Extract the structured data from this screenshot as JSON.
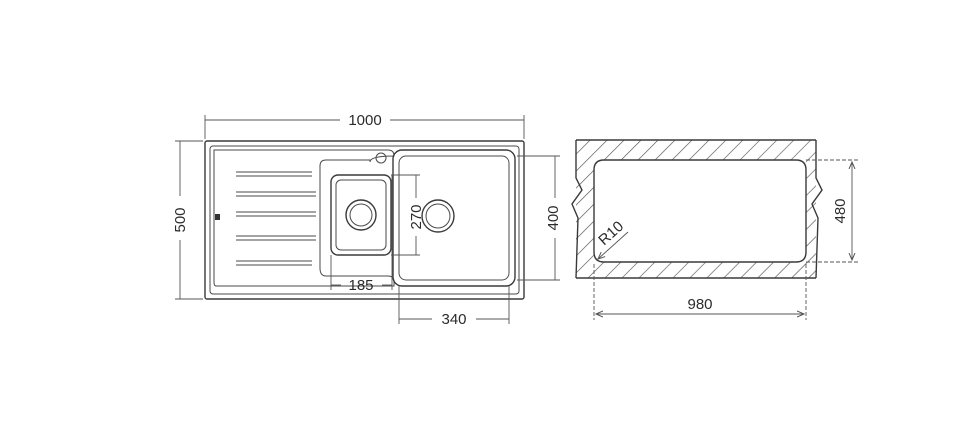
{
  "sink_plan": {
    "overall_width": "1000",
    "overall_depth": "500",
    "small_bowl_width": "185",
    "small_bowl_depth": "270",
    "large_bowl_width": "340",
    "large_bowl_depth": "400"
  },
  "cutout": {
    "width": "980",
    "depth": "480",
    "corner_radius": "R10"
  }
}
